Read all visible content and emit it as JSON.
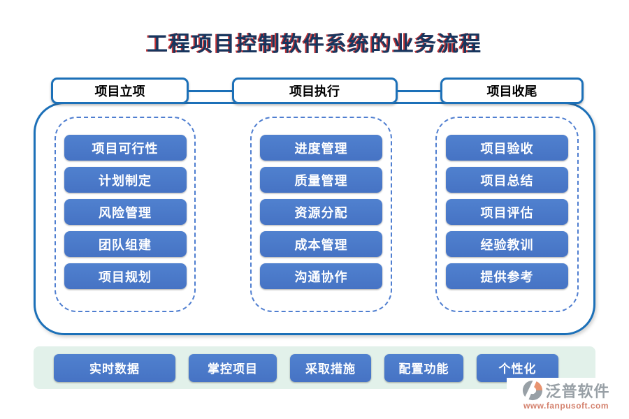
{
  "title": "工程项目控制软件系统的业务流程",
  "phases": [
    {
      "label": "项目立项",
      "items": [
        "项目可行性",
        "计划制定",
        "风险管理",
        "团队组建",
        "项目规划"
      ]
    },
    {
      "label": "项目执行",
      "items": [
        "进度管理",
        "质量管理",
        "资源分配",
        "成本管理",
        "沟通协作"
      ]
    },
    {
      "label": "项目收尾",
      "items": [
        "项目验收",
        "项目总结",
        "项目评估",
        "经验教训",
        "提供参考"
      ]
    }
  ],
  "footer_buttons": [
    "实时数据",
    "掌控项目",
    "采取措施",
    "配置功能",
    "个性化"
  ],
  "brand": {
    "name": "泛普软件",
    "url": "www.fanpusoft.com"
  },
  "colors": {
    "accent_blue": "#1c70b8",
    "button_blue": "#4a78c8",
    "dashed_blue": "#4f7ed0",
    "footer_bg_green": "#e2f1ea",
    "title_navy": "#17355e",
    "title_red_accent": "#bb1111",
    "brand_gray": "#98a0a6",
    "brand_url_red": "#d4826e"
  }
}
